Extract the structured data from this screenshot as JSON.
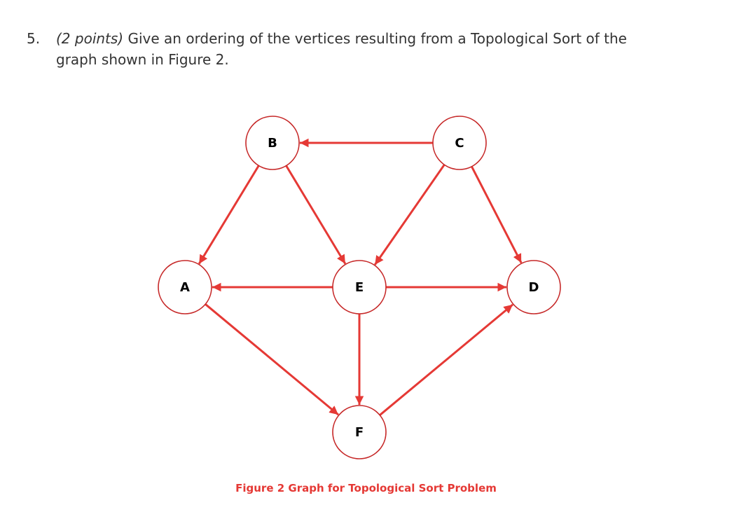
{
  "question": {
    "number": "5.",
    "points": "(2 points)",
    "text_line1": "Give an ordering of the vertices resulting from a Topological Sort of the",
    "text_line2": "graph shown in Figure 2."
  },
  "graph": {
    "edge_color": "#e53935",
    "node_border_color": "#c62828",
    "nodes": [
      {
        "id": "B",
        "label": "B"
      },
      {
        "id": "C",
        "label": "C"
      },
      {
        "id": "A",
        "label": "A"
      },
      {
        "id": "E",
        "label": "E"
      },
      {
        "id": "D",
        "label": "D"
      },
      {
        "id": "F",
        "label": "F"
      }
    ],
    "edges": [
      {
        "from": "C",
        "to": "B"
      },
      {
        "from": "B",
        "to": "A"
      },
      {
        "from": "B",
        "to": "E"
      },
      {
        "from": "C",
        "to": "E"
      },
      {
        "from": "C",
        "to": "D"
      },
      {
        "from": "E",
        "to": "A"
      },
      {
        "from": "E",
        "to": "D"
      },
      {
        "from": "E",
        "to": "F"
      },
      {
        "from": "A",
        "to": "F"
      },
      {
        "from": "F",
        "to": "D"
      }
    ]
  },
  "caption": "Figure 2 Graph for Topological Sort Problem"
}
